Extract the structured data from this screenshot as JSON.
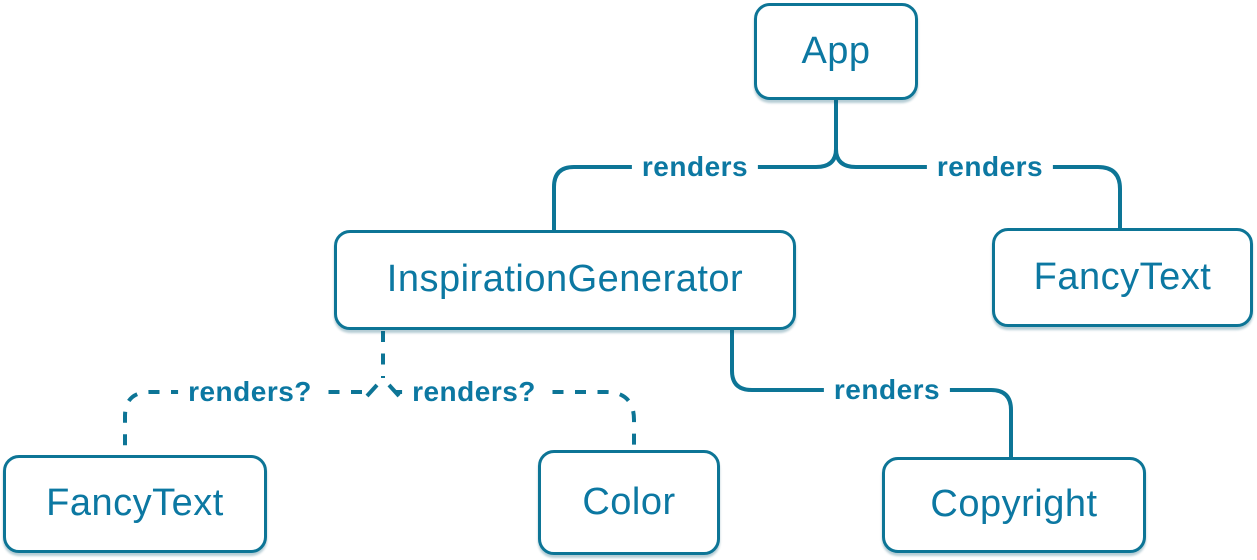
{
  "colors": {
    "accent": "#0d7596",
    "label": "#0c78a2",
    "background": "#ffffff"
  },
  "nodes": {
    "app": {
      "label": "App"
    },
    "inspiration_generator": {
      "label": "InspirationGenerator"
    },
    "fancy_text_top": {
      "label": "FancyText"
    },
    "fancy_text_bottom": {
      "label": "FancyText"
    },
    "color": {
      "label": "Color"
    },
    "copyright": {
      "label": "Copyright"
    }
  },
  "edges": {
    "app_to_inspiration": {
      "from": "App",
      "to": "InspirationGenerator",
      "label": "renders",
      "style": "solid"
    },
    "app_to_fancytext": {
      "from": "App",
      "to": "FancyText",
      "label": "renders",
      "style": "solid"
    },
    "inspiration_to_fancytext": {
      "from": "InspirationGenerator",
      "to": "FancyText",
      "label": "renders?",
      "style": "dashed"
    },
    "inspiration_to_color": {
      "from": "InspirationGenerator",
      "to": "Color",
      "label": "renders?",
      "style": "dashed"
    },
    "inspiration_to_copyright": {
      "from": "InspirationGenerator",
      "to": "Copyright",
      "label": "renders",
      "style": "solid"
    }
  }
}
